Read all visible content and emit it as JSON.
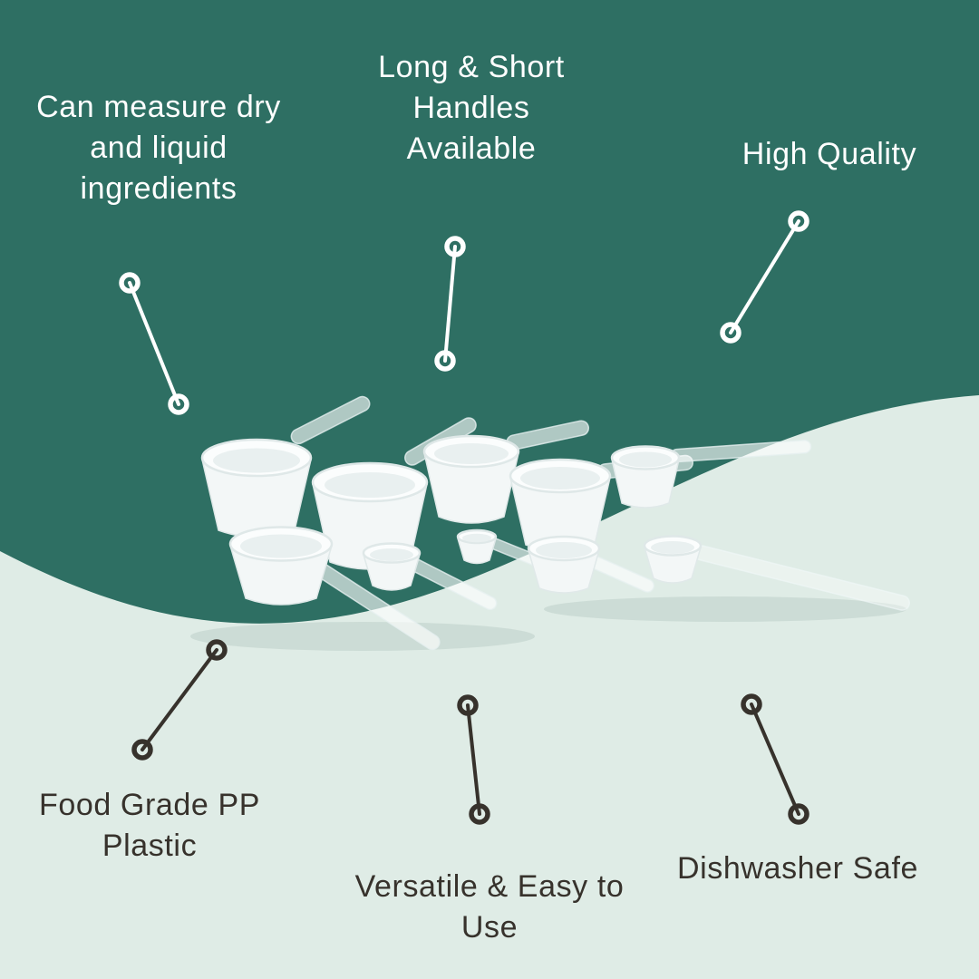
{
  "colors": {
    "teal": "#2e6f63",
    "mint": "#dfece6",
    "light_line": "#ffffff",
    "dark_line": "#37322c",
    "light_text": "#ffffff",
    "dark_text": "#37322c"
  },
  "product": {
    "alt": "Assorted white food-grade plastic measuring scoops with long and short handles"
  },
  "callouts": {
    "top_left": {
      "text": "Can measure dry\nand liquid\ningredients"
    },
    "top_center": {
      "text": "Long & Short\nHandles\nAvailable"
    },
    "top_right": {
      "text": "High Quality"
    },
    "bottom_left": {
      "text": "Food Grade PP\nPlastic"
    },
    "bottom_center": {
      "text": "Versatile & Easy to\nUse"
    },
    "bottom_right": {
      "text": "Dishwasher Safe"
    }
  }
}
